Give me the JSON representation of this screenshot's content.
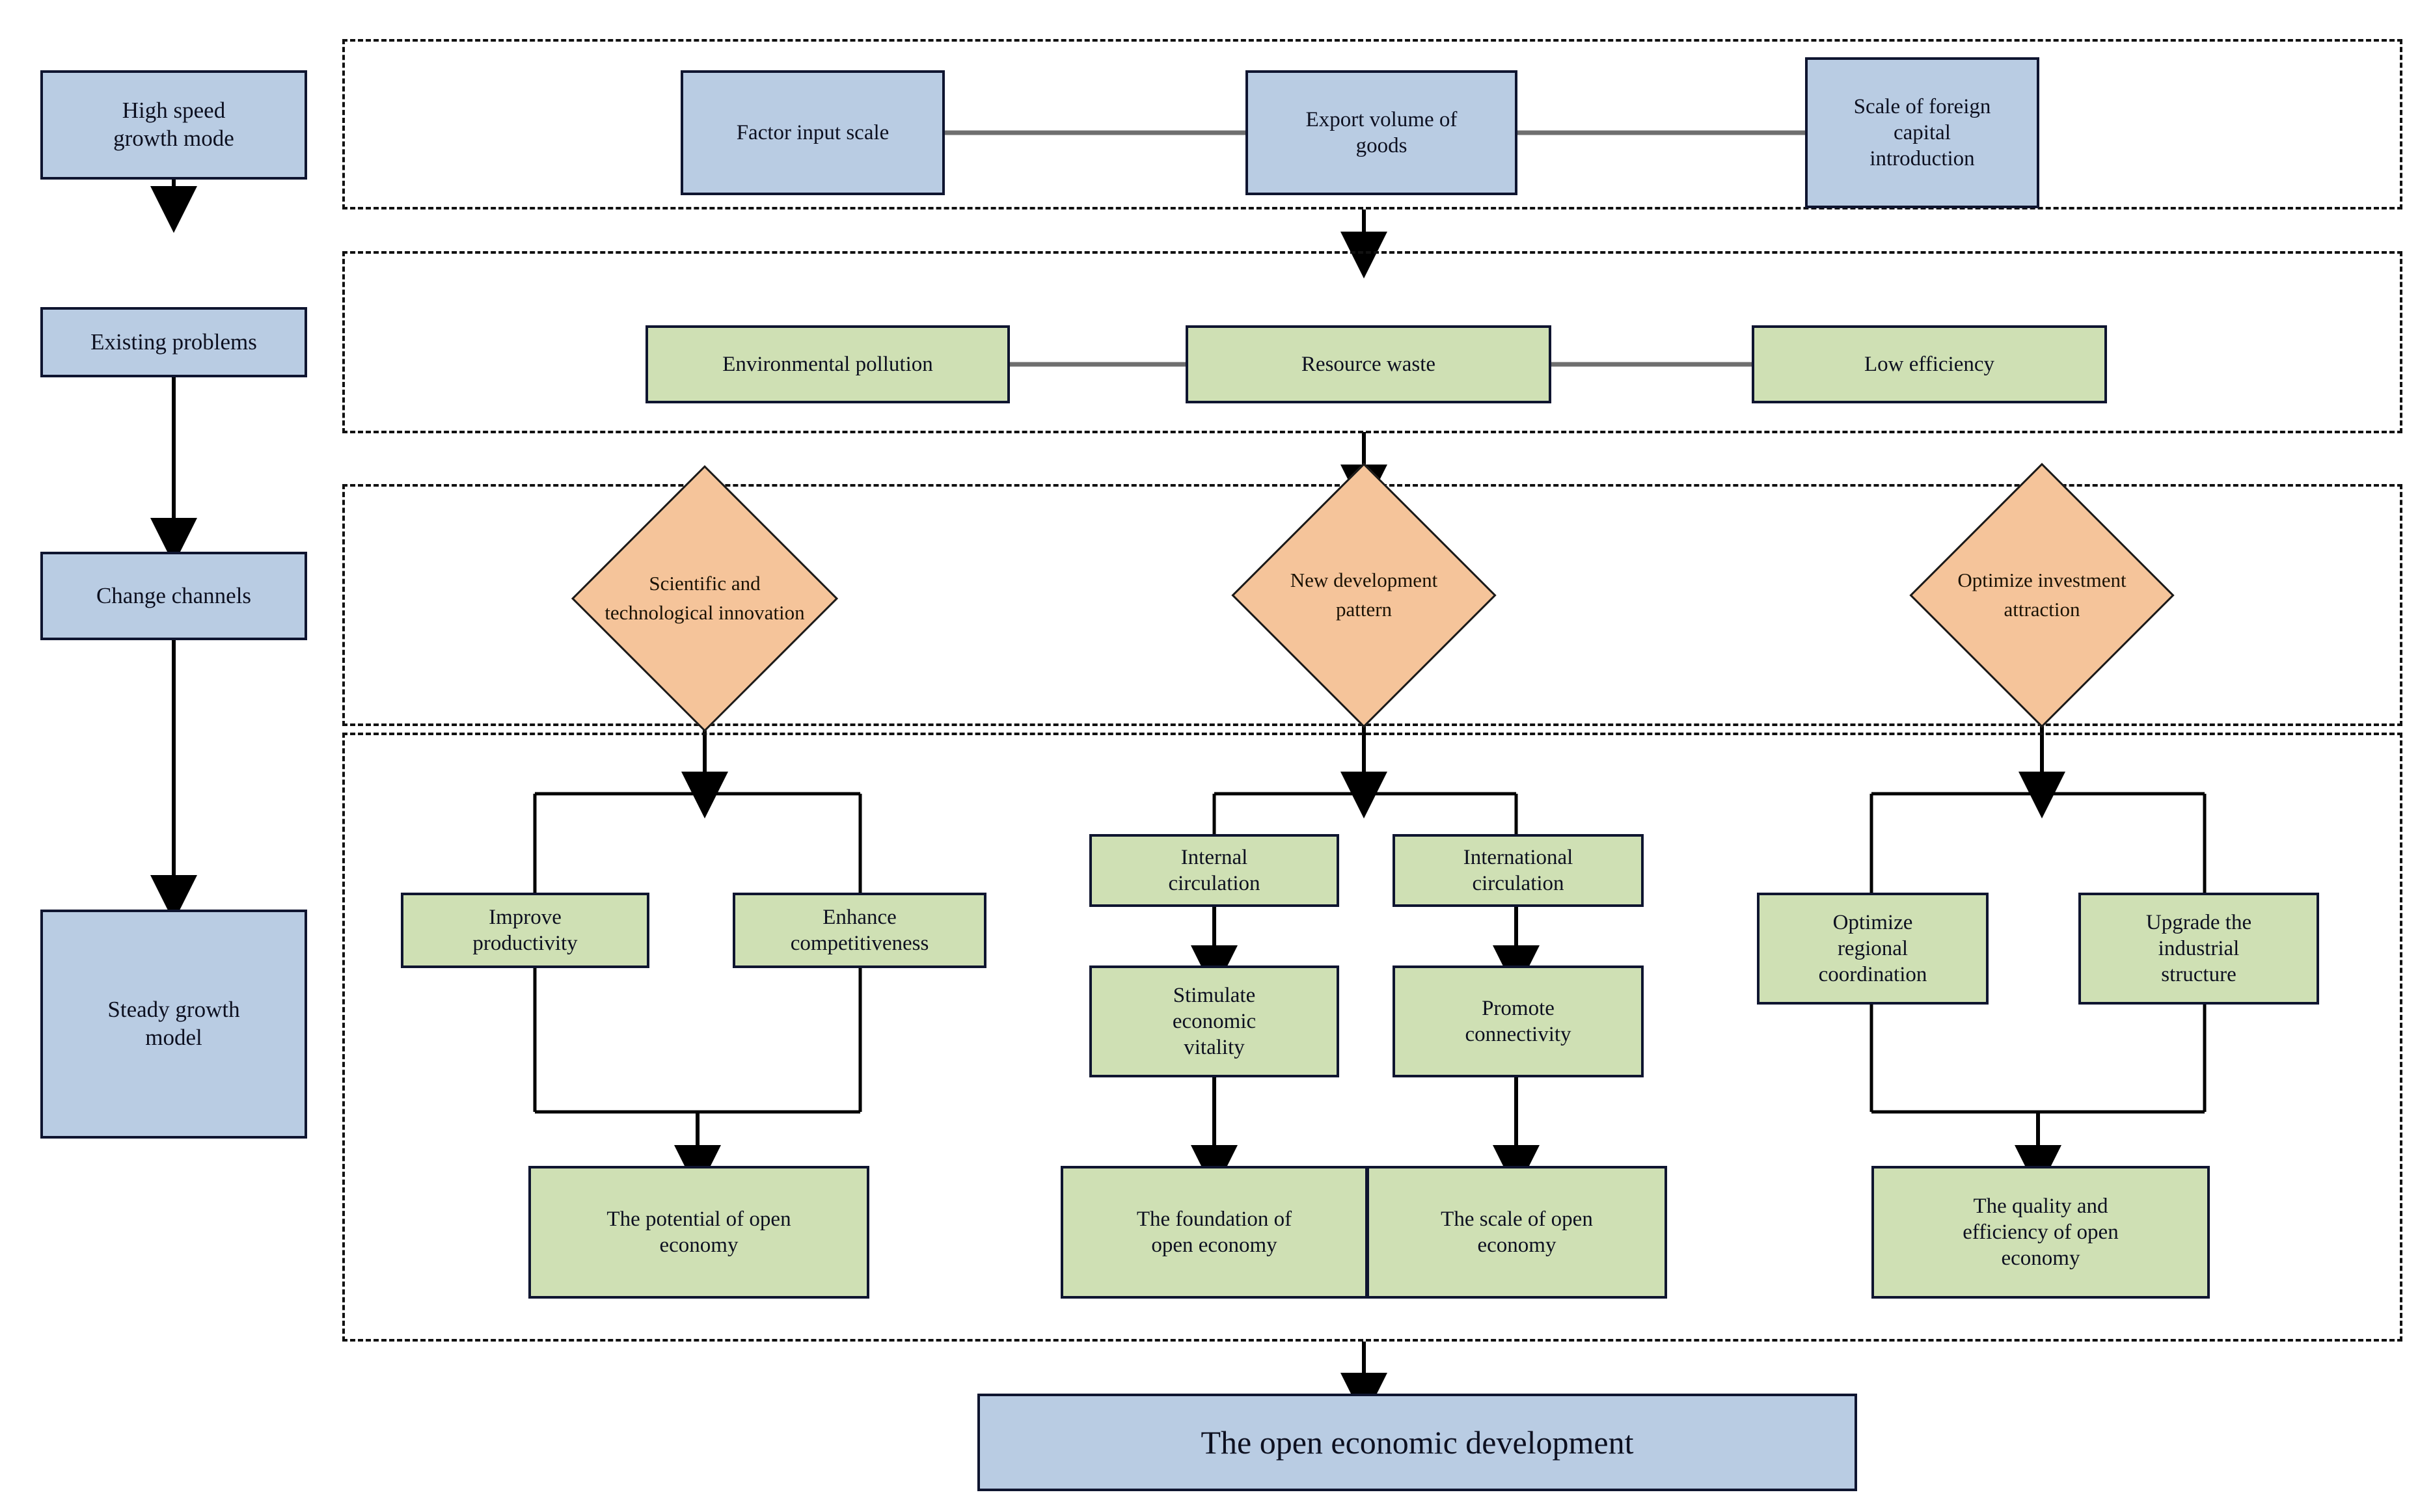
{
  "diagram": {
    "title": "Open economic development flowchart",
    "colors": {
      "blue_fill": "#b9cce3",
      "green_fill": "#cfe0b4",
      "orange_fill": "#f5c49a",
      "border": "#0f1530",
      "dashed_border": "#111111"
    }
  },
  "left_column": {
    "items": [
      {
        "label": "High speed\ngrowth mode"
      },
      {
        "label": "Existing problems"
      },
      {
        "label": "Change channels"
      },
      {
        "label": "Steady growth\nmodel"
      }
    ]
  },
  "section1": {
    "name": "high-speed-growth-drivers",
    "nodes": [
      {
        "label": "Factor input scale"
      },
      {
        "label": "Export volume of\ngoods"
      },
      {
        "label": "Scale of foreign\ncapital\nintroduction"
      }
    ]
  },
  "section2": {
    "name": "existing-problems",
    "nodes": [
      {
        "label": "Environmental pollution"
      },
      {
        "label": "Resource waste"
      },
      {
        "label": "Low efficiency"
      }
    ]
  },
  "section3": {
    "name": "change-channels",
    "nodes": [
      {
        "label": "Scientific and\ntechnological innovation"
      },
      {
        "label": "New development\npattern"
      },
      {
        "label": "Optimize  investment\nattraction"
      }
    ]
  },
  "section4": {
    "name": "steady-growth-outcomes",
    "groups": [
      {
        "name": "innovation-group",
        "middle": [
          {
            "label": "Improve\nproductivity"
          },
          {
            "label": "Enhance\ncompetitiveness"
          }
        ],
        "outcome": {
          "label": "The potential of open\neconomy"
        }
      },
      {
        "name": "circulation-group",
        "branch_a": {
          "top": {
            "label": "Internal\ncirculation"
          },
          "mid": {
            "label": "Stimulate\neconomic\nvitality"
          },
          "outcome": {
            "label": "The foundation of\nopen economy"
          }
        },
        "branch_b": {
          "top": {
            "label": "International\ncirculation"
          },
          "mid": {
            "label": "Promote\nconnectivity"
          },
          "outcome": {
            "label": "The scale of open\neconomy"
          }
        }
      },
      {
        "name": "investment-group",
        "middle": [
          {
            "label": "Optimize\nregional\ncoordination"
          },
          {
            "label": "Upgrade the\nindustrial\nstructure"
          }
        ],
        "outcome": {
          "label": "The quality and\nefficiency of open\neconomy"
        }
      }
    ]
  },
  "footer": {
    "label": "The open economic development"
  }
}
